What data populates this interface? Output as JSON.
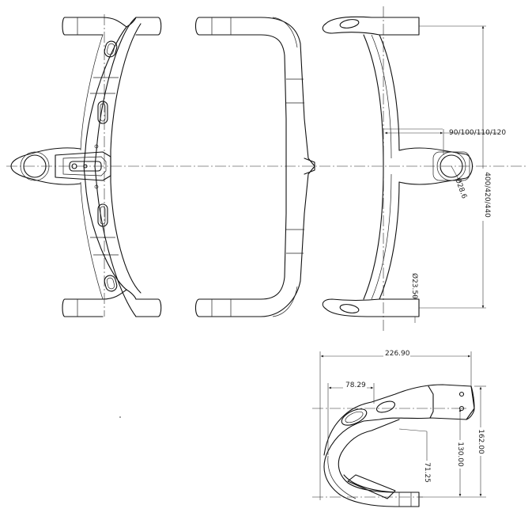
{
  "dimensions": {
    "stem_length": "90/100/110/120",
    "bar_width": "400/420/440",
    "clamp_diameter": "Ø28.6",
    "drop_tube_diameter": "Ø23.50",
    "total_length": "226.90",
    "reach": "78.29",
    "height_130": "130.00",
    "height_162": "162.00",
    "drop_radius": "71.25"
  }
}
